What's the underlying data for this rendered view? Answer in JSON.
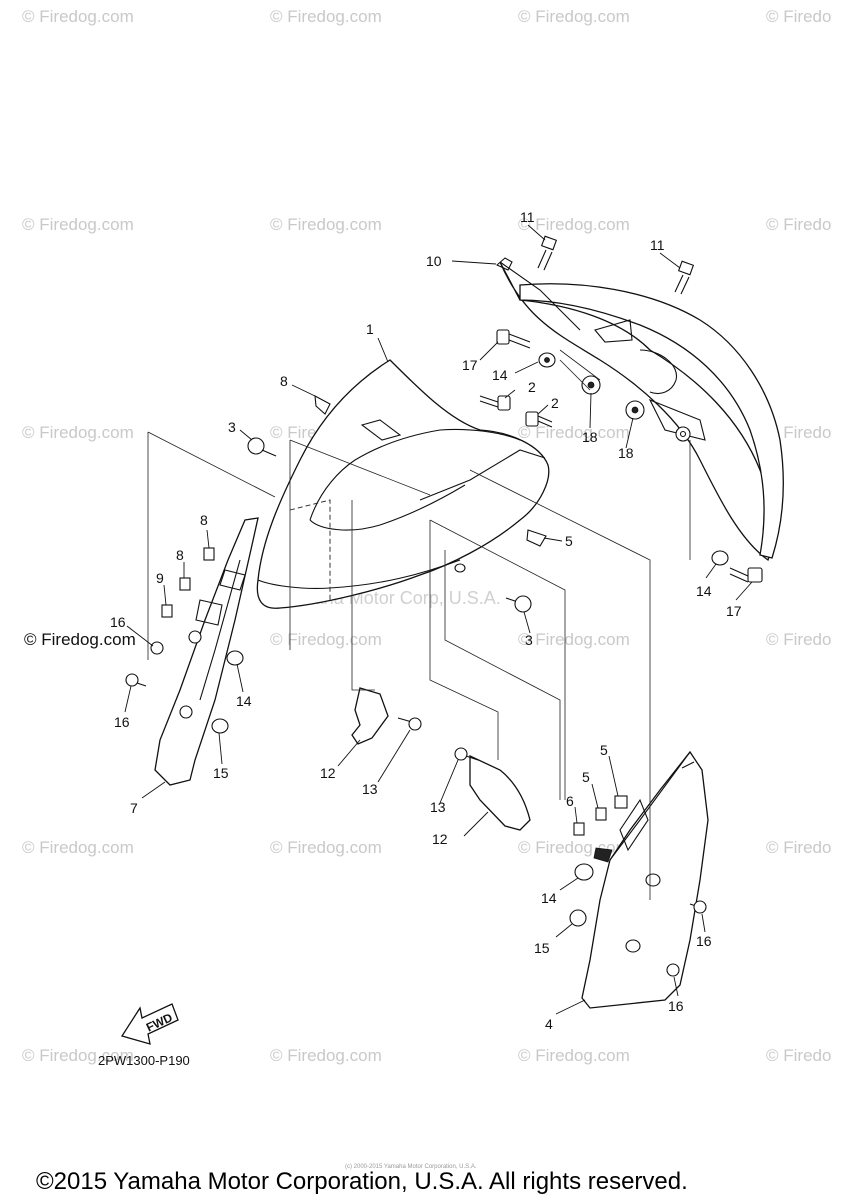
{
  "watermark": {
    "text": "© Firedog.com",
    "text_clipped": "© Firedo"
  },
  "center_watermark": "Yamaha Motor Corp, U.S.A.",
  "callouts": {
    "c1": "1",
    "c2a": "2",
    "c2b": "2",
    "c3a": "3",
    "c3b": "3",
    "c4": "4",
    "c5a": "5",
    "c5b": "5",
    "c5c": "5",
    "c6": "6",
    "c7": "7",
    "c8a": "8",
    "c8b": "8",
    "c8c": "8",
    "c9": "9",
    "c10": "10",
    "c11a": "11",
    "c11b": "11",
    "c12a": "12",
    "c12b": "12",
    "c13a": "13",
    "c13b": "13",
    "c14a": "14",
    "c14b": "14",
    "c14c": "14",
    "c14d": "14",
    "c15a": "15",
    "c15b": "15",
    "c16a": "16",
    "c16b": "16",
    "c16c": "16",
    "c16d": "16",
    "c17a": "17",
    "c17b": "17",
    "c18a": "18",
    "c18b": "18"
  },
  "fwd_label": "FWD",
  "reference_code": "2PW1300-P190",
  "copyright": "©2015 Yamaha Motor Corporation, U.S.A. All rights reserved.",
  "tiny_notice": "(c) 2000-2015 Yamaha Motor Corporation, U.S.A."
}
